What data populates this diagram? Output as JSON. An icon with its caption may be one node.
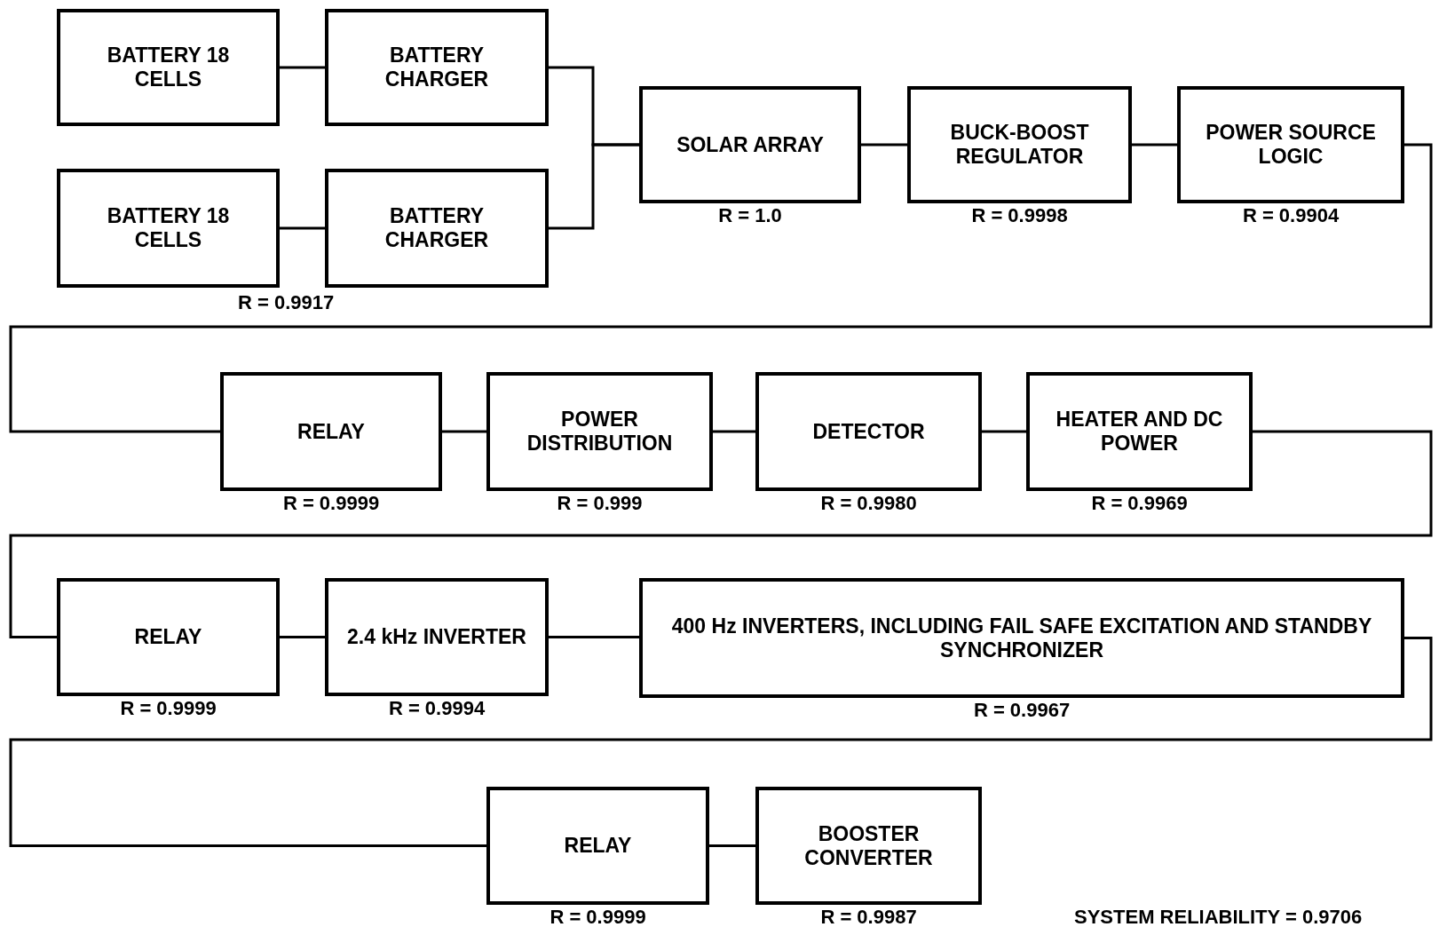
{
  "diagram": {
    "nodes": [
      {
        "text": [
          "BATTERY 18 CELLS"
        ]
      },
      {
        "text": [
          "BATTERY CHARGER"
        ]
      },
      {
        "text": [
          "BATTERY 18 CELLS"
        ]
      },
      {
        "text": [
          "BATTERY CHARGER"
        ]
      },
      {
        "text": [
          "SOLAR ARRAY"
        ],
        "beside": [
          "R = 1.0"
        ]
      },
      {
        "text": [
          "BUCK-BOOST REGULATOR"
        ],
        "beside": [
          "R = 0.9998"
        ]
      },
      {
        "text": [
          "POWER SOURCE LOGIC"
        ],
        "beside": [
          "R = 0.9904"
        ]
      },
      {
        "text": [
          "RELAY"
        ],
        "beside": [
          "R = 0.9999"
        ]
      },
      {
        "text": [
          "POWER DISTRIBUTION"
        ],
        "beside": [
          "R = 0.999"
        ]
      },
      {
        "text": [
          "DETECTOR"
        ],
        "beside": [
          "R = 0.9980"
        ]
      },
      {
        "text": [
          "HEATER AND DC POWER"
        ],
        "beside": [
          "R = 0.9969"
        ]
      },
      {
        "text": [
          "RELAY"
        ],
        "beside": [
          "R = 0.9999"
        ]
      },
      {
        "text": [
          "2.4 kHz INVERTER"
        ],
        "beside": [
          "R = 0.9994"
        ]
      },
      {
        "text": [
          "400 Hz INVERTERS, INCLUDING FAIL SAFE EXCITATION AND STANDBY SYNCHRONIZER"
        ],
        "beside": [
          "R = 0.9967"
        ]
      },
      {
        "text": [
          "RELAY"
        ],
        "beside": [
          "R = 0.9999"
        ]
      },
      {
        "text": [
          "BOOSTER CONVERTER"
        ],
        "beside": [
          "R = 0.9987"
        ]
      }
    ],
    "edges": [
      {
        "from": 0,
        "to": 1,
        "arrow": "none"
      },
      {
        "from": 2,
        "to": 3,
        "arrow": "none"
      },
      {
        "from": 1,
        "to": 4,
        "arrow": "none"
      },
      {
        "from": 3,
        "to": 4,
        "arrow": "none"
      },
      {
        "from": 4,
        "to": 5,
        "arrow": "none"
      },
      {
        "from": 5,
        "to": 6,
        "arrow": "none"
      },
      {
        "from": 6,
        "to": 7,
        "arrow": "none"
      },
      {
        "from": 7,
        "to": 8,
        "arrow": "none"
      },
      {
        "from": 8,
        "to": 9,
        "arrow": "none"
      },
      {
        "from": 9,
        "to": 10,
        "arrow": "none"
      },
      {
        "from": 10,
        "to": 11,
        "arrow": "none"
      },
      {
        "from": 11,
        "to": 12,
        "arrow": "none"
      },
      {
        "from": 12,
        "to": 13,
        "arrow": "none"
      },
      {
        "from": 13,
        "to": 14,
        "arrow": "none"
      },
      {
        "from": 14,
        "to": 15,
        "arrow": "none"
      }
    ],
    "labels": [
      "R = 0.9917",
      "SYSTEM RELIABILITY = 0.9706"
    ]
  }
}
